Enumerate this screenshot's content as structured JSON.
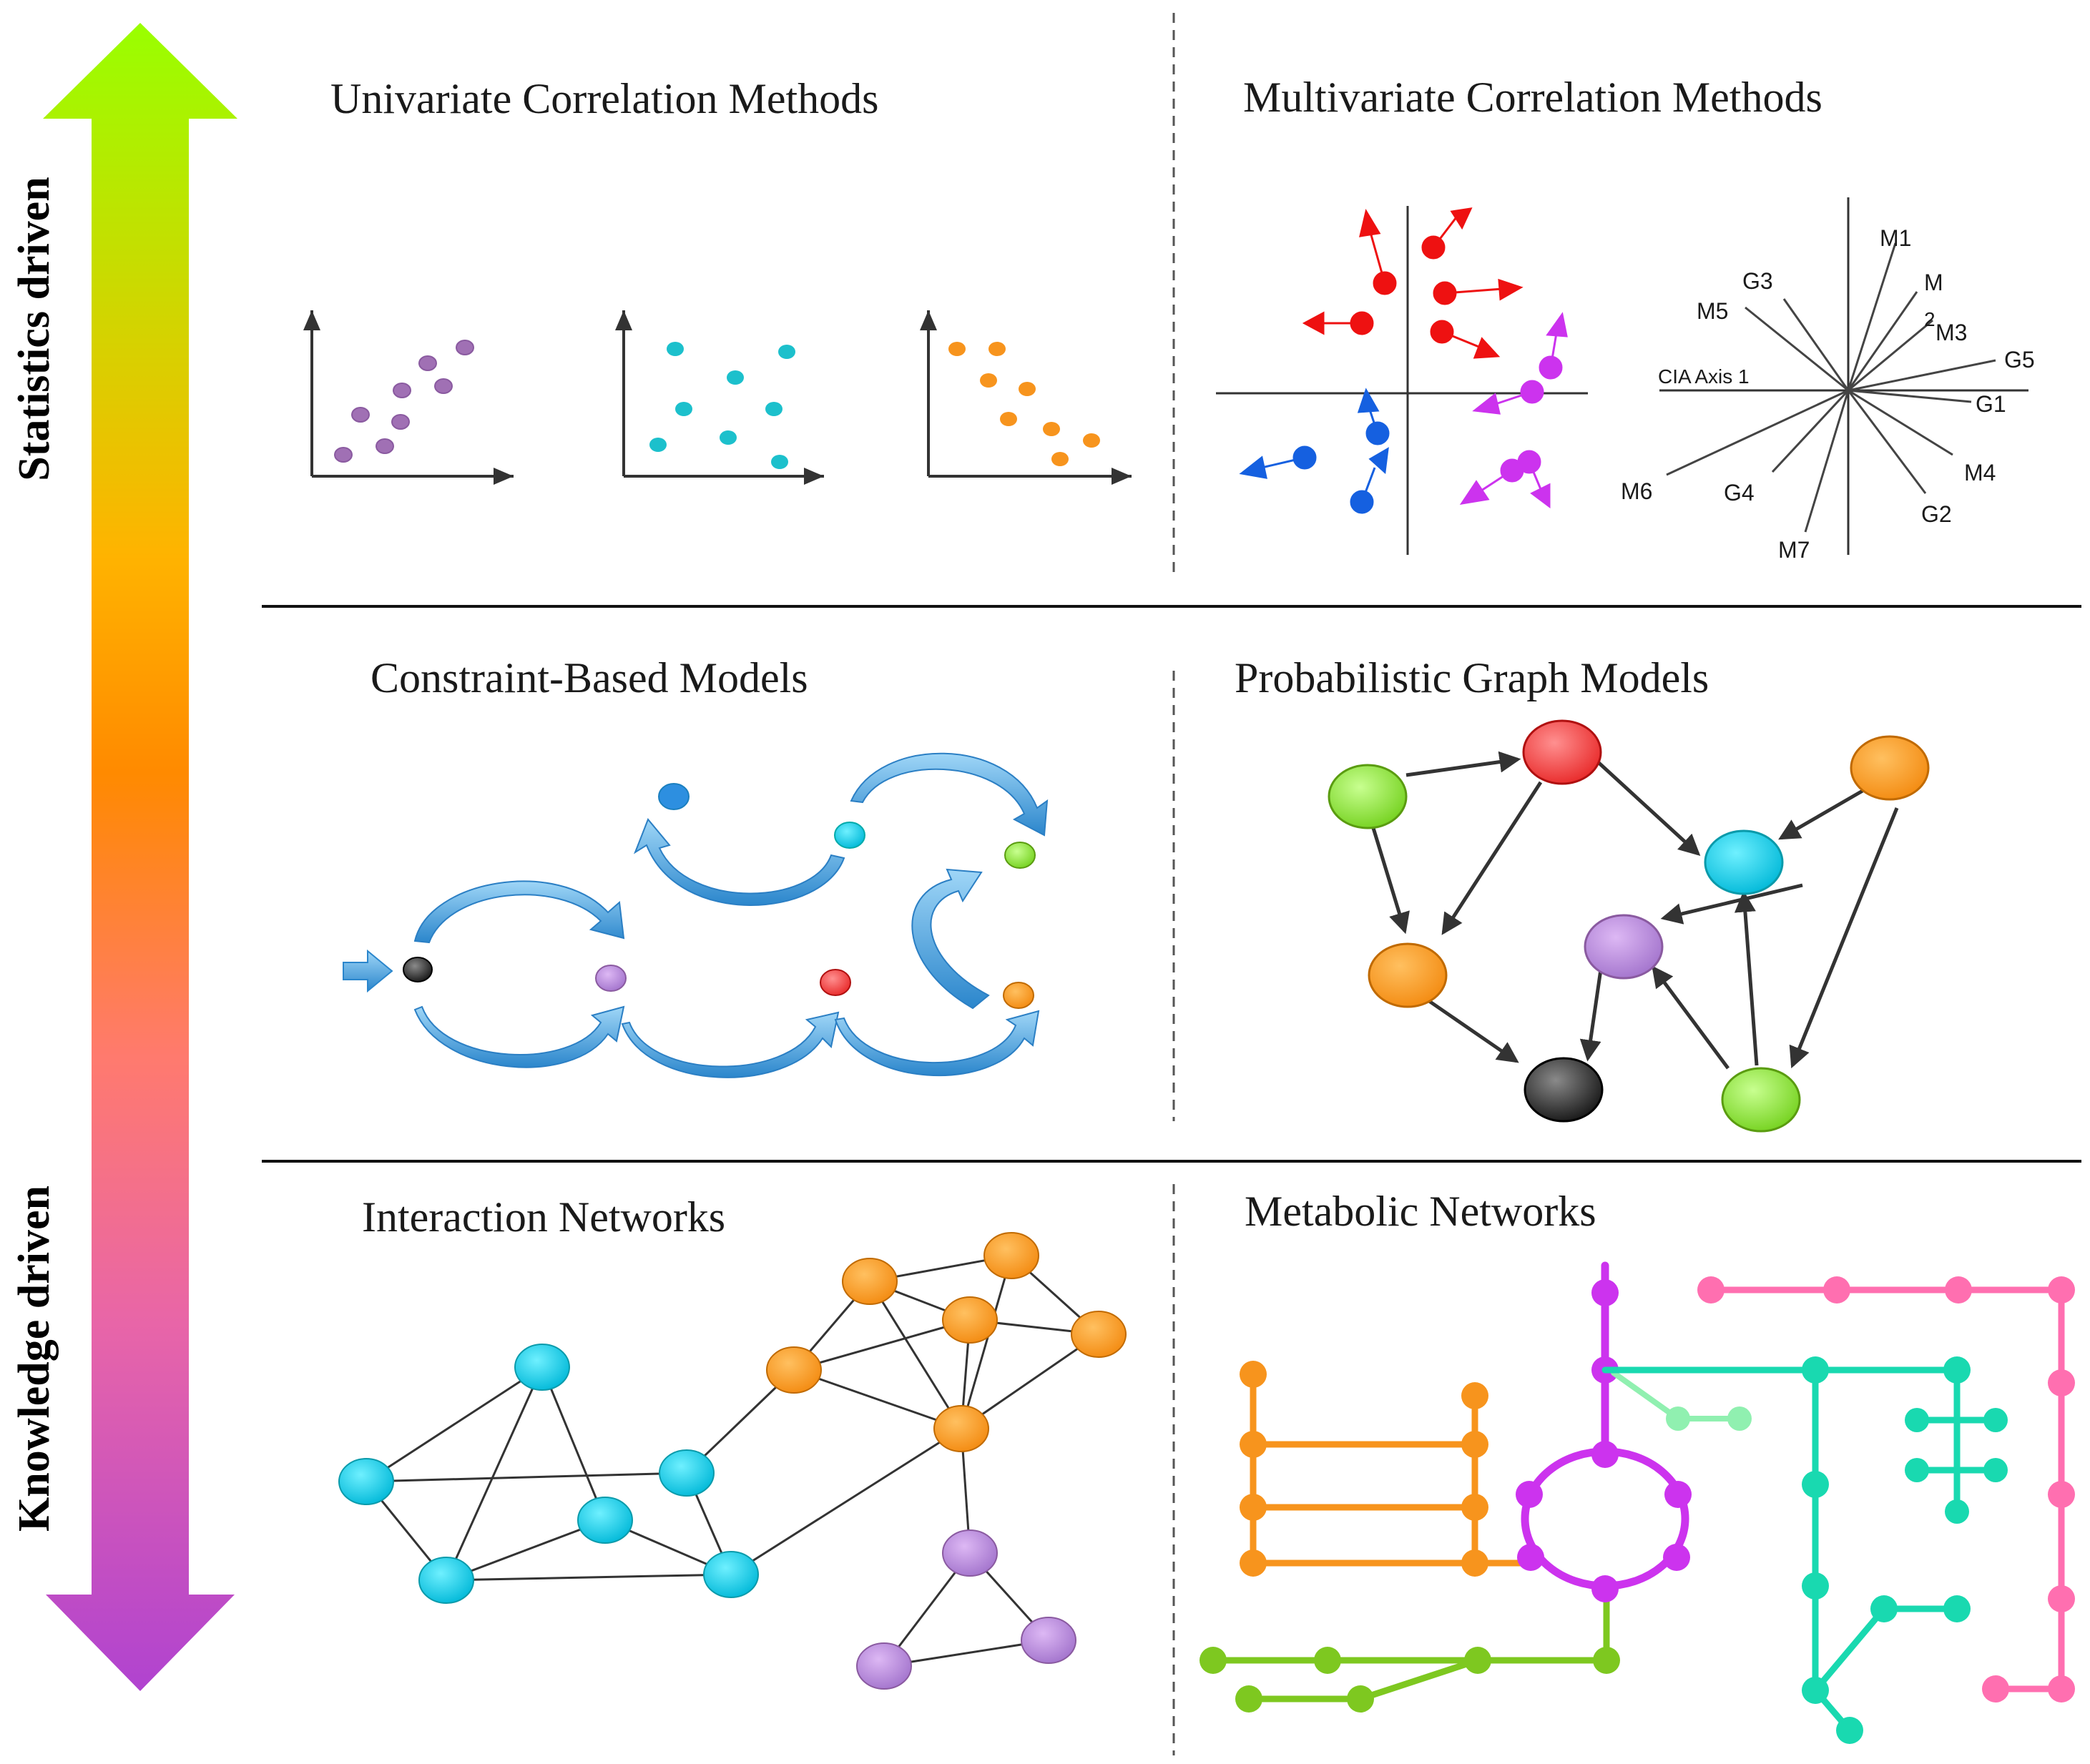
{
  "arrow": {
    "top_label": "Statistics driven",
    "bottom_label": "Knowledge driven",
    "colors": [
      "#99ff00",
      "#ffb300",
      "#ff8a00",
      "#ff7a6e",
      "#e865a8",
      "#b043d0"
    ]
  },
  "panels": {
    "univariate": {
      "title": "Univariate Correlation Methods"
    },
    "multivariate": {
      "title": "Multivariate Correlation Methods",
      "axis_label": "CIA Axis 1",
      "vector_labels": [
        "M1",
        "M",
        "2",
        "M3",
        "G5",
        "G1",
        "M4",
        "G2",
        "M7",
        "G4",
        "M6",
        "G3",
        "M5"
      ]
    },
    "constraint": {
      "title": "Constraint-Based Models"
    },
    "probabilistic": {
      "title": "Probabilistic Graph Models"
    },
    "interaction": {
      "title": "Interaction Networks"
    },
    "metabolic": {
      "title": "Metabolic Networks"
    }
  },
  "palette": {
    "purple": "#9b6bb5",
    "cyan": "#1cc0cc",
    "orange": "#f7941d",
    "red": "#ee1111",
    "blue": "#1560e0",
    "magenta": "#cc33ee",
    "green": "#7ec820",
    "teal": "#19d9b0",
    "pink": "#ff6fb0",
    "arrow_blue": "#3a9ad9"
  }
}
